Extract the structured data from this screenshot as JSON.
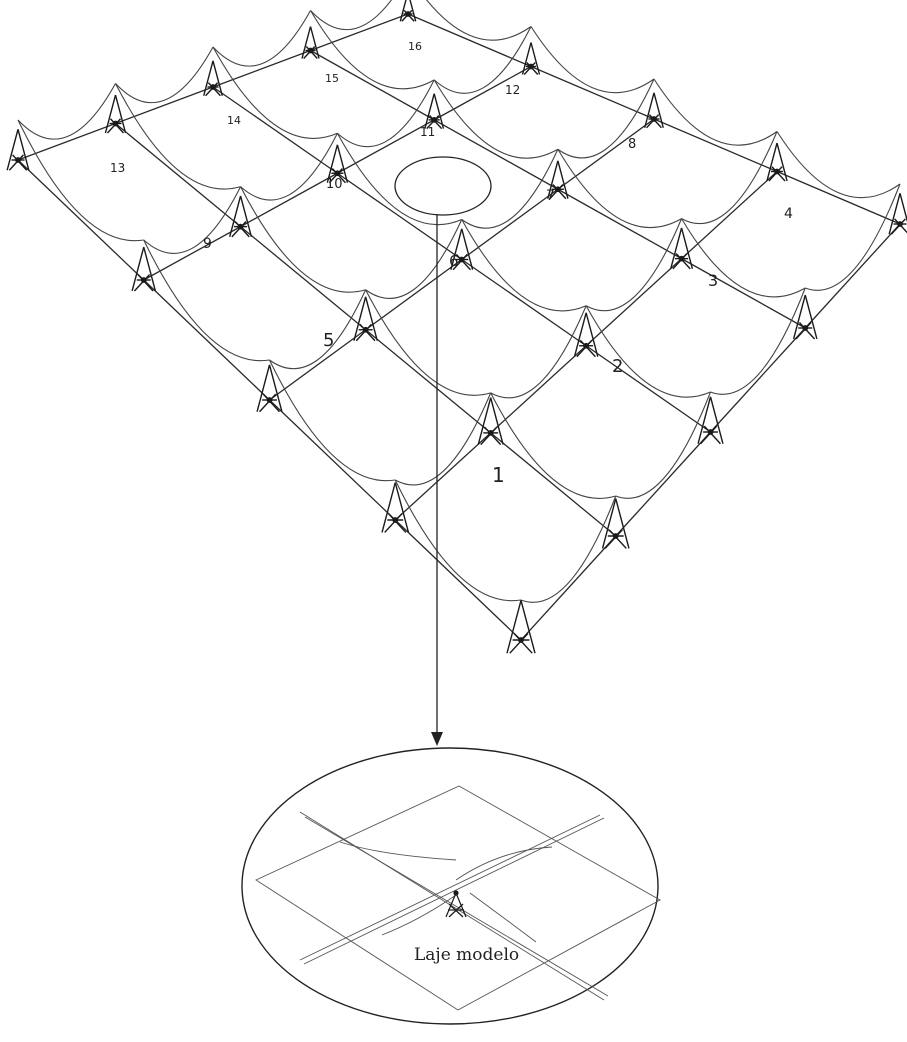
{
  "panels": [
    {
      "label": "1"
    },
    {
      "label": "2"
    },
    {
      "label": "3"
    },
    {
      "label": "4"
    },
    {
      "label": "5"
    },
    {
      "label": "6"
    },
    {
      "label": "7"
    },
    {
      "label": "8"
    },
    {
      "label": "9"
    },
    {
      "label": "10"
    },
    {
      "label": "11"
    },
    {
      "label": "12"
    },
    {
      "label": "13"
    },
    {
      "label": "14"
    },
    {
      "label": "15"
    },
    {
      "label": "16"
    }
  ],
  "detail": {
    "label": "Laje modelo"
  }
}
